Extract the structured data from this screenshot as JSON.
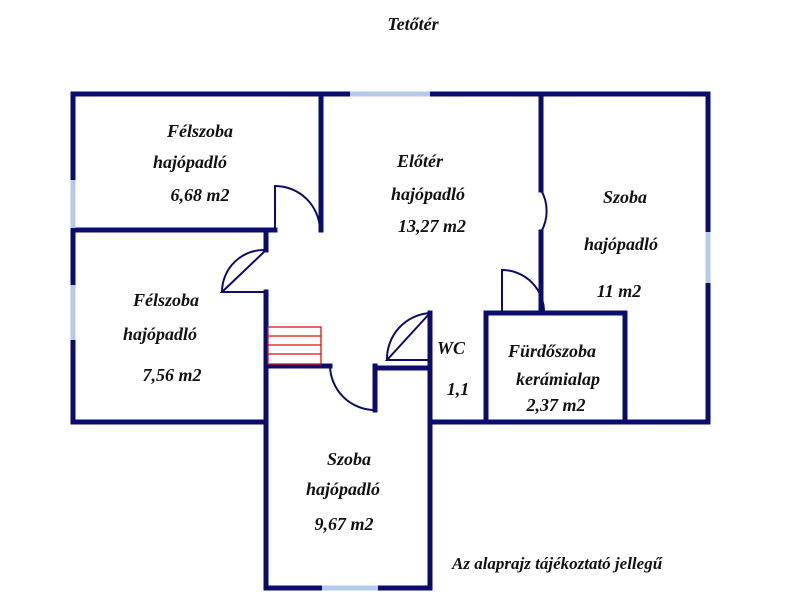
{
  "title": "Tetőtér",
  "note": "Az alaprajz tájékoztató jellegű",
  "rooms": {
    "felszoba1": {
      "name": "Félszoba",
      "floor": "hajópadló",
      "area": "6,68 m2"
    },
    "eloter": {
      "name": "Előtér",
      "floor": "hajópadló",
      "area": "13,27 m2"
    },
    "szoba1": {
      "name": "Szoba",
      "floor": "hajópadló",
      "area": "11 m2"
    },
    "felszoba2": {
      "name": "Félszoba",
      "floor": "hajópadló",
      "area": "7,56 m2"
    },
    "wc": {
      "name": "WC",
      "area": "1,1"
    },
    "furdo": {
      "name": "Fürdőszoba",
      "floor": "kerámialap",
      "area": "2,37 m2"
    },
    "szoba2": {
      "name": "Szoba",
      "floor": "hajópadló",
      "area": "9,67 m2"
    }
  },
  "colors": {
    "wall": "#0c0c6e",
    "window": "#b3cbe8",
    "stairs": "#e01010"
  }
}
